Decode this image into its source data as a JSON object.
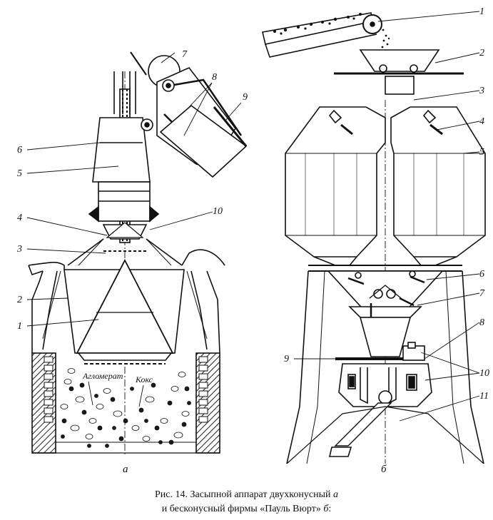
{
  "left_figure": {
    "sublabel": "а",
    "material_labels": [
      "Агломерат",
      "Кокс"
    ],
    "callouts": [
      "1",
      "2",
      "3",
      "4",
      "5",
      "6",
      "7",
      "8",
      "9",
      "10"
    ]
  },
  "right_figure": {
    "sublabel": "б",
    "callouts": [
      "1",
      "2",
      "3",
      "4",
      "5",
      "6",
      "7",
      "8",
      "9",
      "10",
      "11"
    ]
  },
  "caption": {
    "line1_text": "Рис. 14. Засыпной аппарат двухконусный ",
    "line1_italic": "а",
    "line2_text": "и бесконусный фирмы «Пауль Вюрт» ",
    "line2_italic": "б",
    "line2_end": ":"
  }
}
